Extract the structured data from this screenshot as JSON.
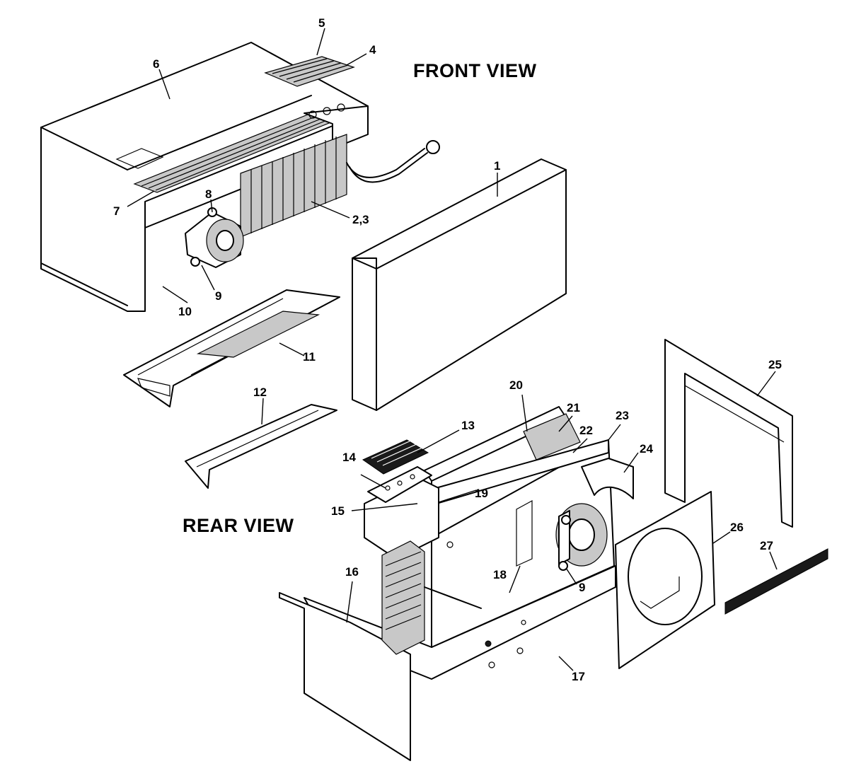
{
  "headings": {
    "front_view": "FRONT VIEW",
    "rear_view": "REAR VIEW"
  },
  "callouts": {
    "c1": "1",
    "c23": "2,3",
    "c4": "4",
    "c5": "5",
    "c6": "6",
    "c7": "7",
    "c8": "8",
    "c9a": "9",
    "c9b": "9",
    "c10": "10",
    "c11": "11",
    "c12": "12",
    "c13": "13",
    "c14": "14",
    "c15": "15",
    "c16": "16",
    "c17": "17",
    "c18": "18",
    "c19": "19",
    "c20": "20",
    "c21": "21",
    "c22": "22",
    "c23b": "23",
    "c24": "24",
    "c25": "25",
    "c26": "26",
    "c27": "27"
  }
}
